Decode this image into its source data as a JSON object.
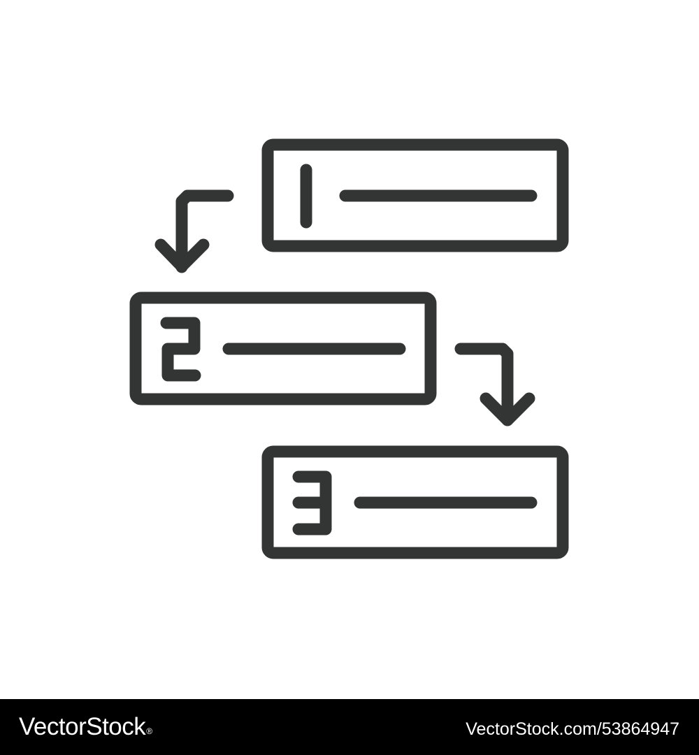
{
  "illustration": {
    "subject": "numbered-steps-flow-icon",
    "stroke_color": "#333535",
    "background_color": "#ffffff",
    "steps": [
      {
        "number": "1"
      },
      {
        "number": "2"
      },
      {
        "number": "3"
      }
    ],
    "arrows": [
      {
        "from": "1",
        "to": "2"
      },
      {
        "from": "2",
        "to": "3"
      }
    ]
  },
  "footer": {
    "brand": "VectorStock",
    "brand_symbol": "®",
    "image_ref": "VectorStock.com/53864947",
    "background_color": "#000000",
    "text_color": "#ffffff"
  }
}
